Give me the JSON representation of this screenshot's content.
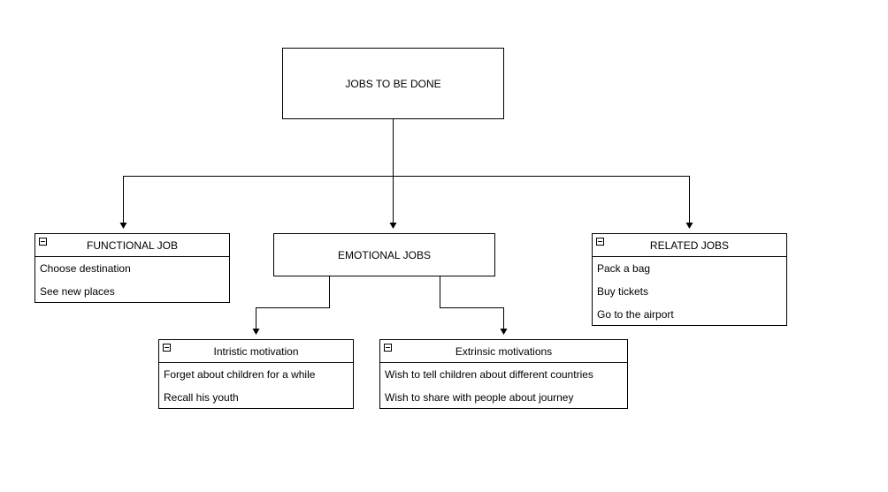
{
  "diagram": {
    "root": {
      "label": "JOBS TO BE DONE"
    },
    "functional": {
      "title": "FUNCTIONAL JOB",
      "items": [
        "Choose destination",
        "See new places"
      ]
    },
    "emotional": {
      "label": "EMOTIONAL JOBS"
    },
    "related": {
      "title": "RELATED JOBS",
      "items": [
        "Pack a bag",
        "Buy tickets",
        "Go to the airport"
      ]
    },
    "intrinsic": {
      "title": "Intristic motivation",
      "items": [
        "Forget about children for a while",
        "Recall his youth"
      ]
    },
    "extrinsic": {
      "title": "Extrinsic motivations",
      "items": [
        "Wish to tell children about different countries",
        "Wish to share with people about journey"
      ]
    },
    "colors": {
      "stroke": "#000000",
      "fill": "#ffffff"
    },
    "icons": {
      "collapse": "minus-square-icon"
    }
  }
}
